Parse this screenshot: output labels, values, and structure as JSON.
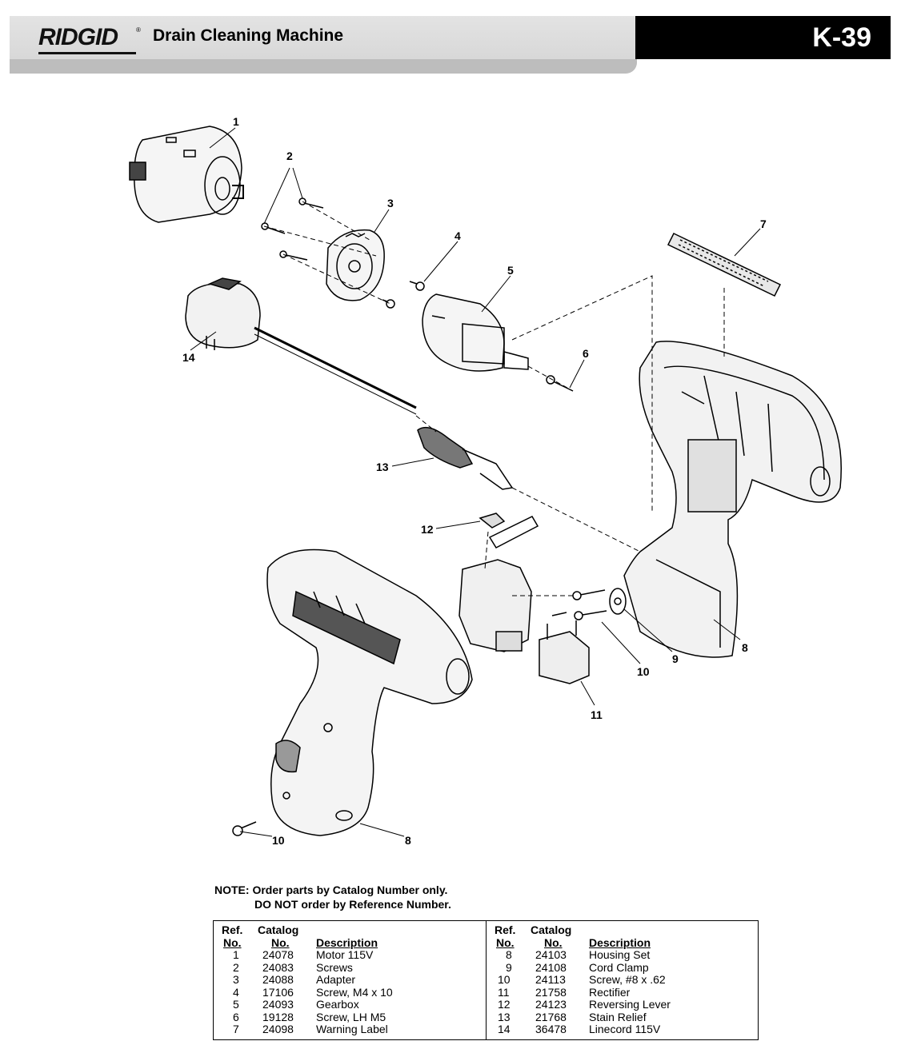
{
  "header": {
    "brand": "RIDGID",
    "title": "Drain Cleaning Machine",
    "page_code": "K-39"
  },
  "diagram": {
    "callouts": [
      "1",
      "2",
      "3",
      "4",
      "5",
      "6",
      "7",
      "8",
      "8",
      "9",
      "10",
      "10",
      "11",
      "12",
      "13",
      "14"
    ]
  },
  "note": {
    "line1": "NOTE: Order parts by Catalog Number only.",
    "line2": "DO NOT order by Reference Number."
  },
  "table": {
    "headers": {
      "ref_top": "Ref.",
      "ref_bottom": "No.",
      "catalog_top": "Catalog",
      "catalog_bottom": "No.",
      "description": "Description"
    },
    "left": [
      {
        "ref": "1",
        "catalog": "24078",
        "description": "Motor 115V"
      },
      {
        "ref": "2",
        "catalog": "24083",
        "description": "Screws"
      },
      {
        "ref": "3",
        "catalog": "24088",
        "description": "Adapter"
      },
      {
        "ref": "4",
        "catalog": "17106",
        "description": "Screw, M4 x 10"
      },
      {
        "ref": "5",
        "catalog": "24093",
        "description": "Gearbox"
      },
      {
        "ref": "6",
        "catalog": "19128",
        "description": "Screw, LH M5"
      },
      {
        "ref": "7",
        "catalog": "24098",
        "description": "Warning Label"
      }
    ],
    "right": [
      {
        "ref": "8",
        "catalog": "24103",
        "description": "Housing Set"
      },
      {
        "ref": "9",
        "catalog": "24108",
        "description": "Cord Clamp"
      },
      {
        "ref": "10",
        "catalog": "24113",
        "description": "Screw, #8 x .62"
      },
      {
        "ref": "11",
        "catalog": "21758",
        "description": "Rectifier"
      },
      {
        "ref": "12",
        "catalog": "24123",
        "description": "Reversing Lever"
      },
      {
        "ref": "13",
        "catalog": "21768",
        "description": "Stain Relief"
      },
      {
        "ref": "14",
        "catalog": "36478",
        "description": "Linecord 115V"
      }
    ]
  }
}
